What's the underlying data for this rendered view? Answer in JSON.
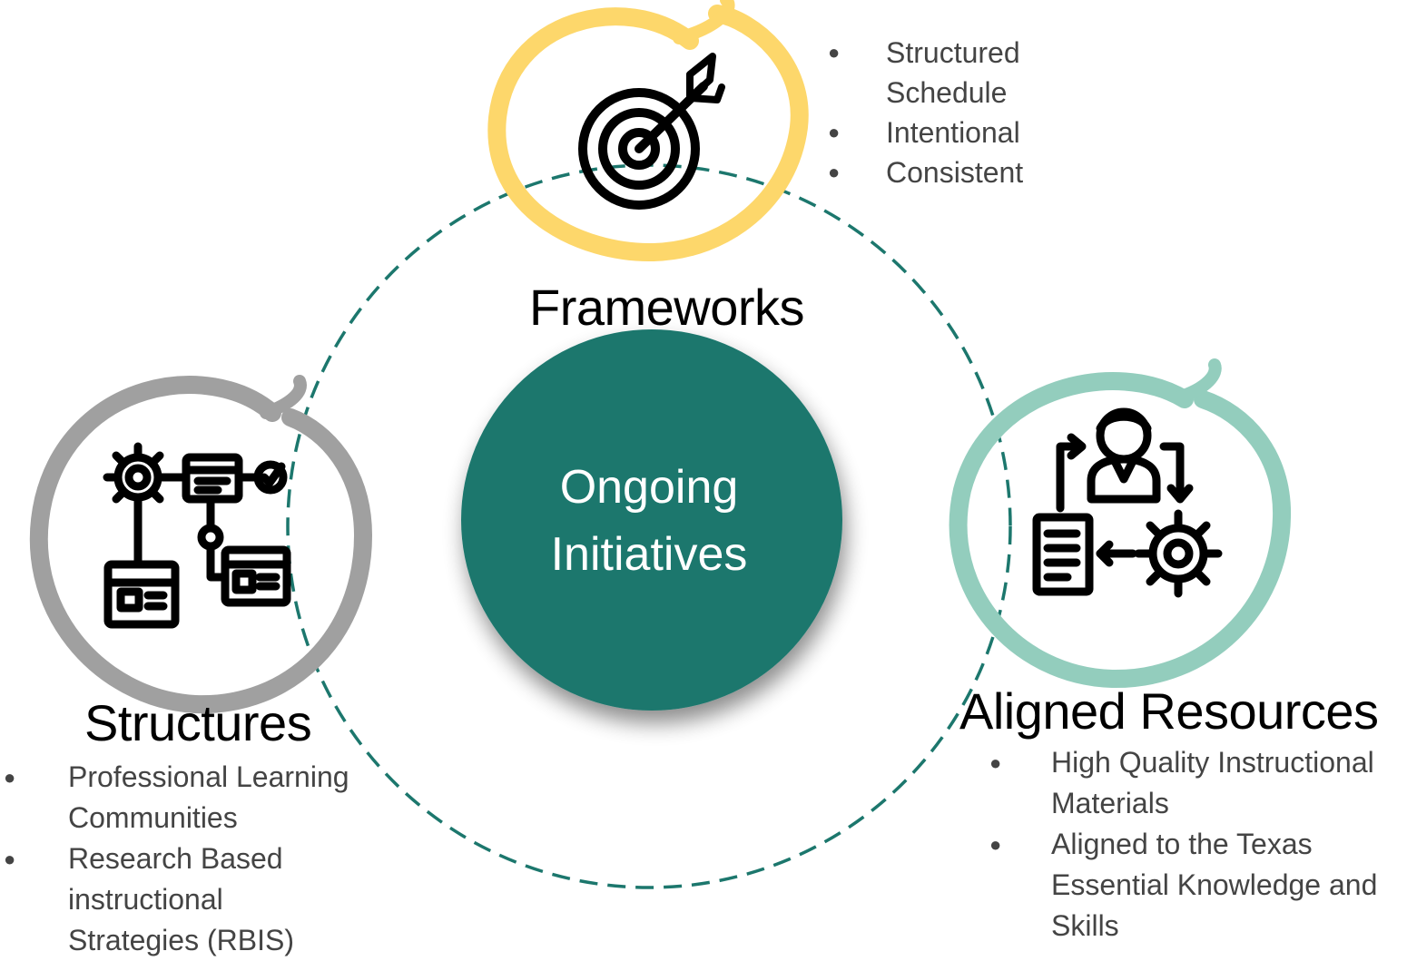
{
  "center": {
    "label_line1": "Ongoing",
    "label_line2": "Initiatives"
  },
  "nodes": {
    "frameworks": {
      "title": "Frameworks",
      "bullets": [
        "Structured Schedule",
        "Intentional",
        "Consistent"
      ],
      "ring_color": "#FDD76B",
      "icon": "target-arrow-icon"
    },
    "structures": {
      "title": "Structures",
      "bullets": [
        "Professional Learning Communities",
        "Research Based instructional Strategies (RBIS)"
      ],
      "ring_color": "#A0A0A0",
      "icon": "workflow-gear-icon"
    },
    "aligned_resources": {
      "title": "Aligned Resources",
      "bullets": [
        "High Quality Instructional Materials",
        "Aligned to the Texas Essential Knowledge and Skills"
      ],
      "ring_color": "#93CDBD",
      "icon": "user-process-icon"
    }
  },
  "colors": {
    "center_fill": "#1C776D",
    "dashed_ring": "#1C776D",
    "bullet_text": "#333333"
  }
}
